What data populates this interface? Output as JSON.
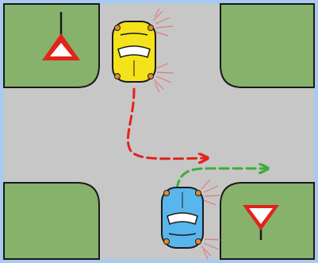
{
  "scene": {
    "frame_color": "#a9c9ee",
    "road_color": "#c7c7c7",
    "grass_color": "#86b26b",
    "curb_color": "#1a1a1a",
    "sign_top_left": {
      "type": "yield",
      "icon": "yield-sign-icon",
      "orientation": "point-up"
    },
    "sign_bottom_right": {
      "type": "yield",
      "icon": "yield-sign-icon",
      "orientation": "point-down"
    },
    "car_top": {
      "color": "#f4e21a",
      "direction": "south",
      "turn_signal": "left",
      "icon": "yellow-car-icon"
    },
    "car_bottom": {
      "color": "#59b6ec",
      "direction": "north",
      "turn_signal": "right",
      "icon": "blue-car-icon"
    },
    "path_red": {
      "color": "#e3231b",
      "style": "dashed",
      "icon": "red-dashed-arrow-icon"
    },
    "path_green": {
      "color": "#3cae3a",
      "style": "dashed",
      "icon": "green-dashed-arrow-icon"
    }
  }
}
